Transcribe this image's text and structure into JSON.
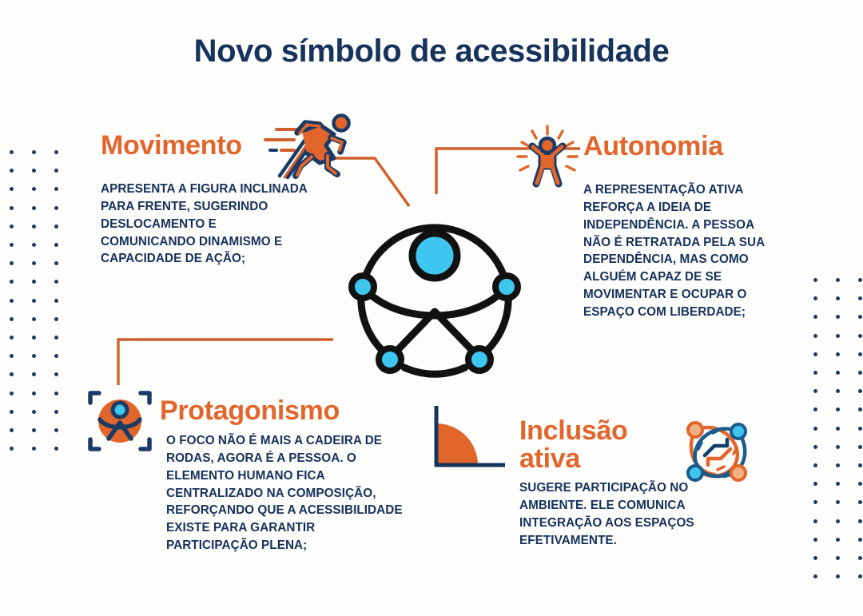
{
  "page": {
    "title": "Novo símbolo de acessibilidade",
    "background_color": "#fdfdfb"
  },
  "colors": {
    "navy": "#16335c",
    "body_navy": "#15325a",
    "orange": "#e2662c",
    "cyan": "#3ec6f0",
    "black": "#111111",
    "dot_navy": "#203a5e"
  },
  "sections": {
    "movimento": {
      "heading": "Movimento",
      "body": "APRESENTA A FIGURA INCLINADA PARA FRENTE, SUGERINDO DESLOCAMENTO E COMUNICANDO DINAMISMO E CAPACIDADE DE AÇÃO;",
      "icon": "running-person-icon"
    },
    "autonomia": {
      "heading": "Autonomia",
      "body": "A REPRESENTAÇÃO ATIVA REFORÇA A IDEIA DE INDEPENDÊNCIA. A PESSOA NÃO É RETRATADA PELA SUA DEPENDÊNCIA, MAS COMO ALGUÉM CAPAZ DE SE MOVIMENTAR E OCUPAR O ESPAÇO COM LIBERDADE;",
      "icon": "person-arms-raised-icon"
    },
    "protagonismo": {
      "heading": "Protagonismo",
      "body": "O FOCO NÃO É MAIS A CADEIRA DE RODAS, AGORA É A PESSOA. O ELEMENTO HUMANO FICA CENTRALIZADO NA COMPOSIÇÃO, REFORÇANDO QUE A ACESSIBILIDADE EXISTE PARA GARANTIR PARTICIPAÇÃO PLENA;",
      "icon": "focus-frame-person-icon"
    },
    "inclusao_ativa": {
      "heading": "Inclusão\nativa",
      "body": "SUGERE PARTICIPAÇÃO NO AMBIENTE. ELE COMUNICA INTEGRAÇÃO AOS ESPAÇOS EFETIVAMENTE.",
      "icon": "interlocking-network-icon",
      "decor_icon": "corner-quarter-circle-icon"
    }
  },
  "central_symbol": {
    "name": "accessibility-symbol",
    "description": "Figura humana estilizada dentro de círculo com quatro nós",
    "node_count": 4
  }
}
